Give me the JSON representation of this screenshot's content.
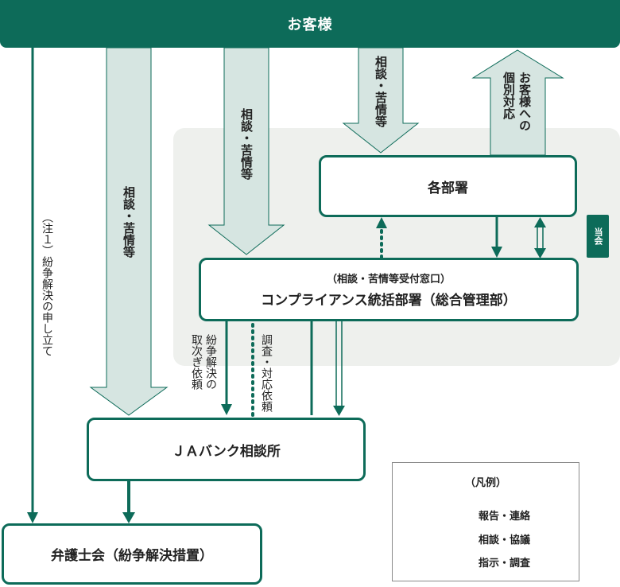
{
  "customer": "お客様",
  "departments": "各部署",
  "compliance": {
    "sub": "（相談・苦情等受付窓口）",
    "main": "コンプライアンス統括部署（総合管理部）"
  },
  "ja_bank": "ＪＡバンク相談所",
  "bar_association": "弁護士会（紛争解決措置）",
  "tag_this_association": "当会",
  "labels": {
    "consult_1": "相談・苦情等",
    "consult_2": "相談・苦情等",
    "consult_3": "相談・苦情等",
    "individual": "お客様への\n個別対応",
    "note_dispute": "（注１）紛争解決の申し立て",
    "dispute_request": "紛争解決の\n取次ぎ依頼",
    "investigate_request": "調査・対応依頼"
  },
  "legend": {
    "title": "（凡例）",
    "items": [
      {
        "label": "報告・連絡"
      },
      {
        "label": "相談・協議"
      },
      {
        "label": "指示・調査"
      }
    ]
  },
  "colors": {
    "primary": "#0d6b59",
    "arrow_fill": "#d6e5e1",
    "panel": "#eef0ed"
  }
}
